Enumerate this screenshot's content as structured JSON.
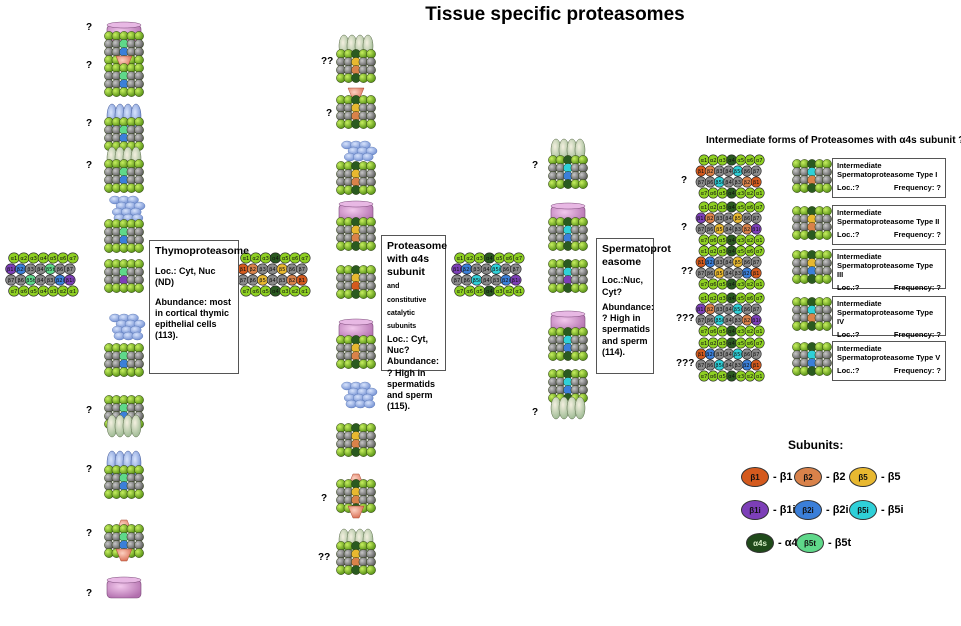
{
  "title": "Tissue specific proteasomes",
  "thymo": {
    "heading": "Thymoproteasome",
    "loc": "Loc.: Cyt, Nuc (ND)",
    "abundance": "Abundance: most in cortical thymic epithelial cells (113)."
  },
  "alpha4s": {
    "heading": "Proteasome with α4s subunit",
    "heading_suffix": "and constitutive catalytic subunits",
    "loc": "Loc.: Cyt, Nuc?",
    "abundance": "Abundance: ? High in spermatids and sperm (115)."
  },
  "sperm": {
    "heading": "Spermatoprot easome",
    "loc": "Loc.:Nuc, Cyt?",
    "abundance": "Abundance: ? High in spermatids and sperm (114)."
  },
  "intermediates": {
    "heading": "Intermediate forms of Proteasomes with α4s subunit  ?",
    "items": [
      {
        "q": "?",
        "name": "Intermediate Spermatoproteasome Type I",
        "loc": "Loc.:?",
        "freq": "Frequency: ?"
      },
      {
        "q": "?",
        "name": "Intermediate Spermatoproteasome Type II",
        "loc": "Loc.:?",
        "freq": "Frequency: ?"
      },
      {
        "q": "??",
        "name": "Intermediate Spermatoproteasome Type III",
        "loc": "Loc.:?",
        "freq": "Frequency: ?"
      },
      {
        "q": "???",
        "name": "Intermediate Spermatoproteasome Type IV",
        "loc": "Loc.:?",
        "freq": "Frequency: ?"
      },
      {
        "q": "???",
        "name": "Intermediate Spermatoproteasome Type V",
        "loc": "Loc.:?",
        "freq": "Frequency: ?"
      }
    ]
  },
  "question_marks": {
    "col1": [
      "?",
      "?",
      "?",
      "?",
      "?",
      "?",
      "?",
      "?"
    ],
    "col2": [
      "??",
      "?",
      "?",
      "??"
    ],
    "col3": [
      "?",
      "?"
    ]
  },
  "legend": {
    "title": "Subunits:",
    "items": [
      {
        "pill": "β1",
        "label": "- β1",
        "color": "#d45a1e"
      },
      {
        "pill": "β2",
        "label": "- β2",
        "color": "#d9824a"
      },
      {
        "pill": "β5",
        "label": "- β5",
        "color": "#e8b830"
      },
      {
        "pill": "β1i",
        "label": "- β1i",
        "color": "#7d3fb8"
      },
      {
        "pill": "β2i",
        "label": "- β2i",
        "color": "#3b7fd9"
      },
      {
        "pill": "β5i",
        "label": "- β5i",
        "color": "#2fd0d8"
      },
      {
        "pill": "α4s",
        "label": "- α4s",
        "color": "#1f4a1a"
      },
      {
        "pill": "β5t",
        "label": "- β5t",
        "color": "#5fd88a"
      }
    ]
  },
  "ring_labels": {
    "alpha_top": [
      "α1",
      "α2",
      "α3",
      "α4",
      "α5",
      "α6",
      "α7"
    ],
    "beta_constitutive": [
      "β1",
      "β2",
      "β3",
      "β4",
      "β5",
      "β6",
      "β7"
    ],
    "beta_row2": [
      "β7",
      "β6",
      "β5",
      "β4",
      "β3",
      "β2",
      "β1"
    ],
    "alpha_bottom": [
      "α7",
      "α6",
      "α5",
      "α4",
      "α3",
      "α2",
      "α1"
    ]
  },
  "colors": {
    "alpha": "#7cc21a",
    "beta_grey": "#8a8a8a",
    "cap_pink": "#d79ad0",
    "cap_blue": "#9ab4e8",
    "cap_green": "#b9dcb2",
    "pa28_salmon": "#f2a08a"
  }
}
